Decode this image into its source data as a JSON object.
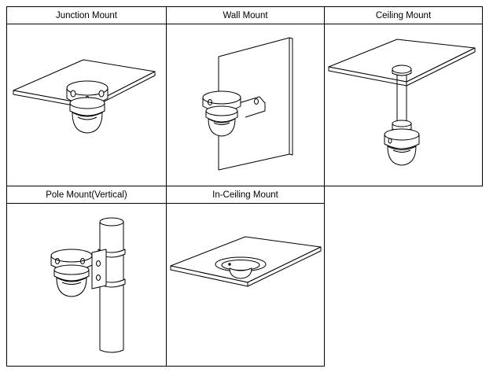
{
  "table": {
    "cells": [
      {
        "label": "Junction Mount",
        "icon": "junction-mount-icon"
      },
      {
        "label": "Wall Mount",
        "icon": "wall-mount-icon"
      },
      {
        "label": "Ceiling Mount",
        "icon": "ceiling-mount-icon"
      },
      {
        "label": "Pole Mount(Vertical)",
        "icon": "pole-mount-icon"
      },
      {
        "label": "In-Ceiling Mount",
        "icon": "in-ceiling-mount-icon"
      }
    ]
  },
  "colors": {
    "line": "#000000",
    "background": "#ffffff",
    "shade": "#d9d9d9"
  }
}
